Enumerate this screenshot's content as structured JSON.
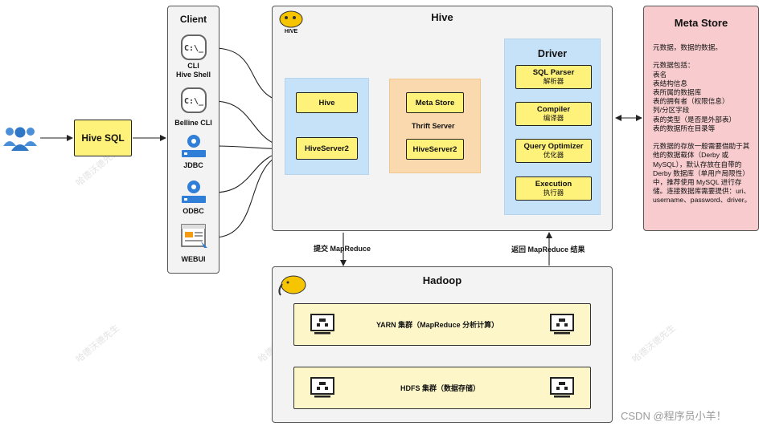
{
  "user": {
    "icon": "users-icon"
  },
  "hive_sql": {
    "label": "Hive SQL"
  },
  "client": {
    "title": "Client",
    "items": [
      {
        "label": "CLI\nHive Shell",
        "icon": "terminal-icon"
      },
      {
        "label": "Belline CLI",
        "icon": "terminal-icon"
      },
      {
        "label": "JDBC",
        "icon": "database-gear-icon"
      },
      {
        "label": "ODBC",
        "icon": "database-gear-icon"
      },
      {
        "label": "WEBUI",
        "icon": "web-page-icon"
      }
    ]
  },
  "hive": {
    "title": "Hive",
    "logo_text": "HIVE",
    "server_box": {
      "hive": "Hive",
      "hiveserver2": "HiveServer2"
    },
    "thrift": {
      "label": "Thrift  Server",
      "meta_store": "Meta Store",
      "hiveserver2": "HiveServer2"
    },
    "driver": {
      "title": "Driver",
      "steps": [
        {
          "name": "SQL Parser",
          "sub": "解析器"
        },
        {
          "name": "Compiler",
          "sub": "编译器"
        },
        {
          "name": "Query Optimizer",
          "sub": "优化器"
        },
        {
          "name": "Execution",
          "sub": "执行器"
        }
      ]
    }
  },
  "meta_store": {
    "title": "Meta Store",
    "text": "元数据，数据的数据。\n\n元数据包括：\n表名\n表结构信息\n表所属的数据库\n表的拥有者（权限信息）\n列/分区字段\n表的类型（是否是外部表）\n表的数据所在目录等\n\n元数据的存放一般需要借助于其他的数据载体（Derby 或 MySQL），默认存放在自带的 Derby 数据库（单用户局限性）中，推荐使用 MySQL 进行存储。连接数据库需要提供：uri、username、password、driver。"
  },
  "arrows": {
    "submit": "提交 MapReduce",
    "return": "返回 MapReduce 结果"
  },
  "hadoop": {
    "title": "Hadoop",
    "yarn": "YARN 集群（MapReduce 分析计算）",
    "hdfs": "HDFS 集群（数据存储）",
    "server_icon": "server-icon"
  },
  "watermark": "CSDN @程序员小羊！",
  "bg_watermark": "哈德沃德先生",
  "colors": {
    "yellow": "#fff27a",
    "blue_panel": "#c6e2f9",
    "orange_panel": "#fbd9ae",
    "pink_panel": "#f8ccce",
    "gray_panel": "#f3f3f3",
    "hadoop_box": "#fdf6c8"
  }
}
